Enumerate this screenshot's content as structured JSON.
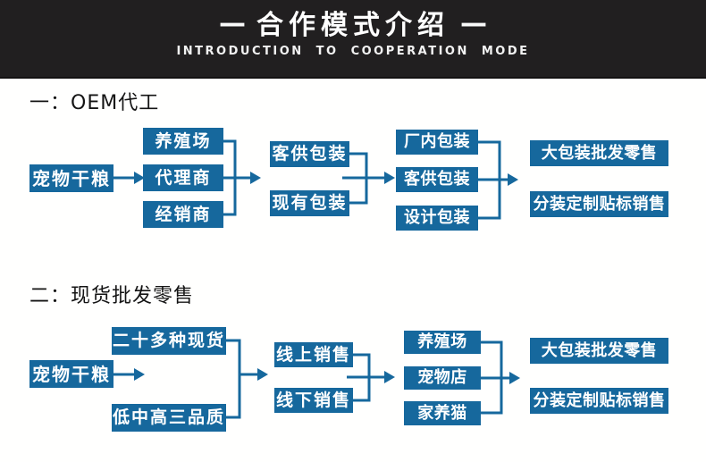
{
  "header": {
    "dash": "—",
    "title": "合作模式介绍",
    "subtitle": "INTRODUCTION TO COOPERATION MODE"
  },
  "sections": {
    "one": {
      "title": "一：OEM代工",
      "source": "宠物干粮",
      "col2": [
        "养殖场",
        "代理商",
        "经销商"
      ],
      "col3": [
        "客供包装",
        "现有包装"
      ],
      "col4": [
        "厂内包装",
        "客供包装",
        "设计包装"
      ],
      "col5": [
        "大包装批发零售",
        "分装定制贴标销售"
      ]
    },
    "two": {
      "title": "二：现货批发零售",
      "source": "宠物干粮",
      "col2": [
        "二十多种现货",
        "低中高三品质"
      ],
      "col3": [
        "线上销售",
        "线下销售"
      ],
      "col4": [
        "养殖场",
        "宠物店",
        "家养猫"
      ],
      "col5": [
        "大包装批发零售",
        "分装定制贴标销售"
      ]
    }
  },
  "colors": {
    "box_blue": "#16689d",
    "header_bg": "#211f20",
    "header_text": "#ffffff",
    "body_text": "#141414",
    "background": "#ffffff"
  }
}
